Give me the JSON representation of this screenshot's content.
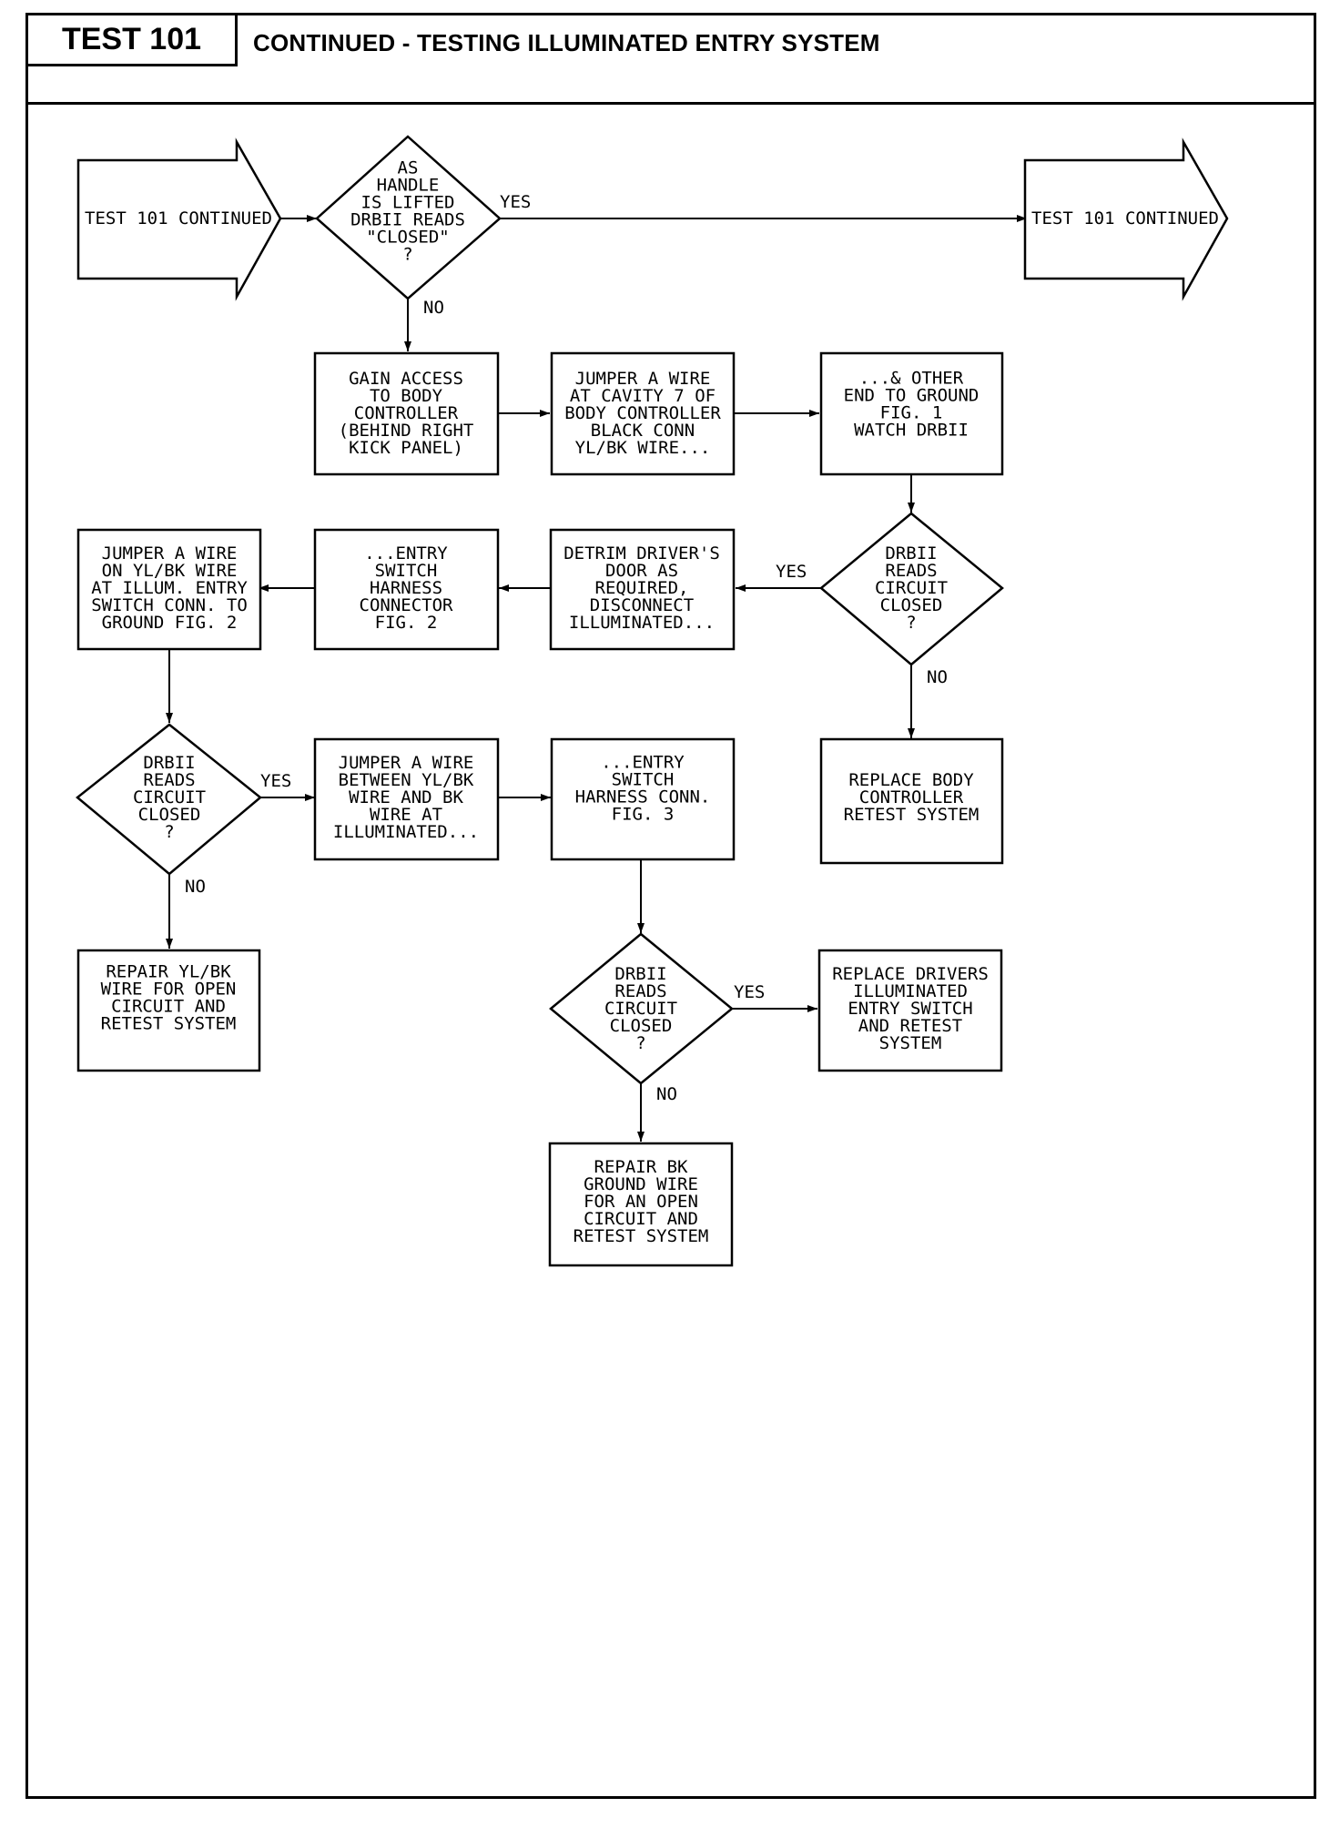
{
  "header": {
    "test_label": "TEST 101",
    "title": "CONTINUED - TESTING ILLUMINATED ENTRY SYSTEM"
  },
  "colors": {
    "ink": "#000000",
    "paper": "#ffffff"
  },
  "flowchart": {
    "start_connector": [
      "TEST 101 CONTINUED"
    ],
    "end_connector": [
      "TEST 101 CONTINUED"
    ],
    "decision_handle": [
      "AS",
      "HANDLE",
      "IS LIFTED",
      "DRBII READS",
      "\"CLOSED\"",
      "?"
    ],
    "gain_access": [
      "GAIN ACCESS",
      "TO BODY",
      "CONTROLLER",
      "(BEHIND RIGHT",
      "KICK PANEL)"
    ],
    "jumper_cavity": [
      "JUMPER A WIRE",
      "AT CAVITY 7 OF",
      "BODY CONTROLLER",
      "BLACK CONN",
      "YL/BK WIRE..."
    ],
    "other_end": [
      "...& OTHER",
      "END TO GROUND",
      "FIG. 1",
      "WATCH DRBII"
    ],
    "decision_circuit_1": [
      "DRBII",
      "READS",
      "CIRCUIT",
      "CLOSED",
      "?"
    ],
    "detrim": [
      "DETRIM DRIVER'S",
      "DOOR AS",
      "REQUIRED,",
      "DISCONNECT",
      "ILLUMINATED..."
    ],
    "entry_switch_connector": [
      "...ENTRY",
      "SWITCH",
      "HARNESS",
      "CONNECTOR",
      "FIG. 2"
    ],
    "jumper_illum": [
      "JUMPER A WIRE",
      "ON YL/BK WIRE",
      "AT ILLUM. ENTRY",
      "SWITCH CONN. TO",
      "GROUND FIG. 2"
    ],
    "replace_body_controller": [
      "REPLACE BODY",
      "CONTROLLER",
      "RETEST SYSTEM"
    ],
    "decision_circuit_2": [
      "DRBII",
      "READS",
      "CIRCUIT",
      "CLOSED",
      "?"
    ],
    "jumper_between": [
      "JUMPER A WIRE",
      "BETWEEN YL/BK",
      "WIRE AND BK",
      "WIRE AT",
      "ILLUMINATED..."
    ],
    "entry_switch_conn_fig3": [
      "...ENTRY",
      "SWITCH",
      "HARNESS CONN.",
      "FIG. 3"
    ],
    "repair_ylbk": [
      "REPAIR YL/BK",
      "WIRE FOR OPEN",
      "CIRCUIT AND",
      "RETEST SYSTEM"
    ],
    "decision_circuit_3": [
      "DRBII",
      "READS",
      "CIRCUIT",
      "CLOSED",
      "?"
    ],
    "replace_switch": [
      "REPLACE DRIVERS",
      "ILLUMINATED",
      "ENTRY SWITCH",
      "AND RETEST",
      "SYSTEM"
    ],
    "repair_bk": [
      "REPAIR BK",
      "GROUND WIRE",
      "FOR AN OPEN",
      "CIRCUIT AND",
      "RETEST SYSTEM"
    ],
    "labels": {
      "yes": "YES",
      "no": "NO"
    }
  }
}
